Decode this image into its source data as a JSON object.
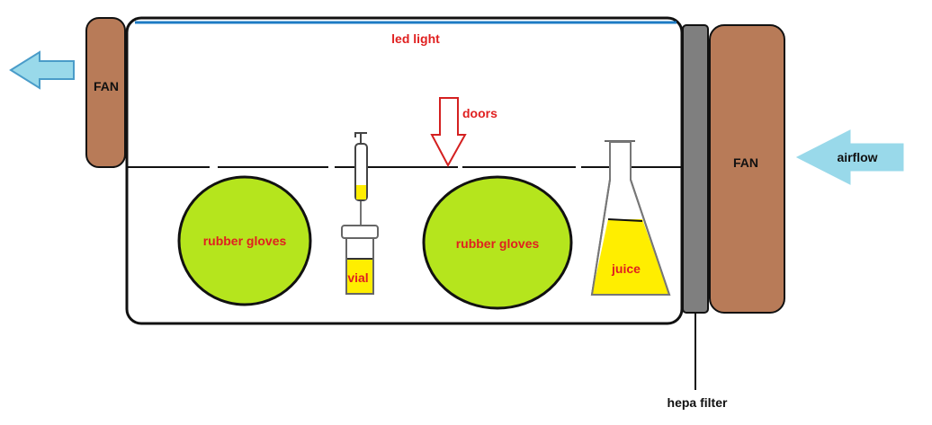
{
  "labels": {
    "led_light": "led light",
    "doors": "doors",
    "fan_left": "FAN",
    "fan_right": "FAN",
    "airflow": "airflow",
    "gloves_left": "rubber gloves",
    "gloves_right": "rubber gloves",
    "vial": "vial",
    "juice": "juice",
    "hepa": "hepa filter"
  },
  "colors": {
    "fan": "#b87b58",
    "glove": "#b5e51d",
    "liquid": "#ffee00",
    "arrow_fill": "#99d9ea",
    "arrow_stroke": "#4a9cc9",
    "led": "#1d7bc4",
    "filter": "#7f7f7f",
    "label_red": "#e02020"
  }
}
